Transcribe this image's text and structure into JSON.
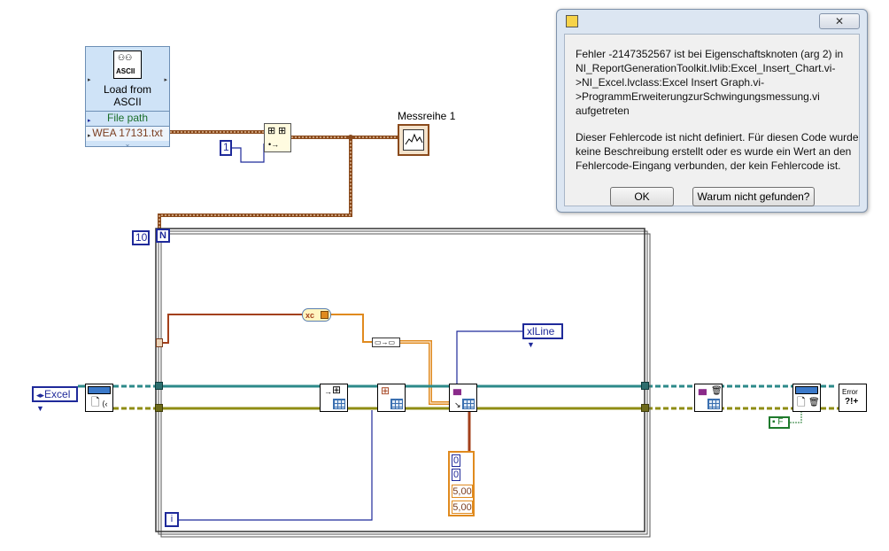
{
  "express_vi": {
    "title_line1": "Load from",
    "title_line2": "ASCII",
    "icon_text": "ASCII",
    "row_file_path": "File path",
    "row_file_value": "WEA 17131.txt"
  },
  "graph_terminal": {
    "label": "Messreihe 1"
  },
  "constants": {
    "index": "1",
    "loop_count": "10",
    "loop_count_terminal": "N",
    "iteration_terminal": "i",
    "excel_enum": "Excel",
    "xlline_enum": "xlLine",
    "bool_false": "F"
  },
  "array_values": [
    "0",
    "0",
    "5,00",
    "5,00"
  ],
  "error_dialog": {
    "message_line1": "Fehler -2147352567 ist bei Eigenschaftsknoten (arg 2) in",
    "message_line2": "NI_ReportGenerationToolkit.lvlib:Excel_Insert_Chart.vi-",
    "message_line3": ">NI_Excel.lvclass:Excel Insert Graph.vi-",
    "message_line4": ">ProgrammErweiterungzurSchwingungsmessung.vi",
    "message_line5": "aufgetreten",
    "message_line6": "Dieser Fehlercode ist nicht definiert. Für diesen Code wurde",
    "message_line7": "keine Beschreibung erstellt oder es wurde ein Wert an den",
    "message_line8": "Fehlercode-Eingang verbunden, der kein Fehlercode ist.",
    "ok_label": "OK",
    "why_label": "Warum nicht gefunden?",
    "close_glyph": "✕"
  },
  "icon_text": {
    "error_icon": "Error",
    "error_icon_sub": "?!+",
    "property_node": "xc",
    "glyph_bar": "▮▮▮",
    "glyph_grid": "⊞"
  },
  "colors": {
    "dynamic_wire": "#8a4a1c",
    "teal_wire": "#2c8a8a",
    "olive_wire": "#8f8d13",
    "orange_wire": "#e08a1e",
    "blue_wire": "#1f2a9a",
    "brown_wire": "#a3401b"
  }
}
